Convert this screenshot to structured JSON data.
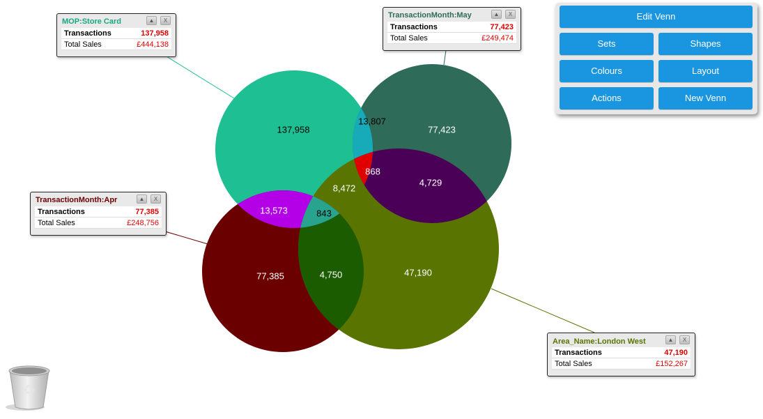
{
  "venn": {
    "sets": [
      {
        "name": "MOP:Store Card",
        "color": "#1fbf94",
        "title_color": "#1aa682",
        "transactions": "137,958",
        "total_sales": "£444,138"
      },
      {
        "name": "TransactionMonth:May",
        "color": "#2e6b59",
        "title_color": "#2e6b59",
        "transactions": "77,423",
        "total_sales": "£249,474"
      },
      {
        "name": "TransactionMonth:Apr",
        "color": "#6b0000",
        "title_color": "#6b0000",
        "transactions": "77,385",
        "total_sales": "£248,756"
      },
      {
        "name": "Area_Name:London West",
        "color": "#5a7400",
        "title_color": "#5a7400",
        "transactions": "47,190",
        "total_sales": "£152,267"
      }
    ],
    "regions": {
      "store_card_only": "137,958",
      "may_only": "77,423",
      "apr_only": "77,385",
      "london_west_only": "47,190",
      "store_card_may": "13,807",
      "store_card_apr": "13,573",
      "may_london_west": "4,729",
      "apr_london_west": "4,750",
      "store_card_may_london_west": "8,472",
      "store_card_apr_london_west": "843",
      "store_card_may_apr_london_west": "868"
    },
    "region_colors": {
      "store_card_may": "#17aab8",
      "store_card_apr": "#b300e6",
      "may_london_west": "#4a0056",
      "apr_london_west": "#1b5c00",
      "store_card_may_london_west": "#0a5ee0",
      "store_card_apr_london_west": "#27a38e",
      "store_card_may_apr_london_west": "#e00000"
    },
    "row_labels": {
      "transactions": "Transactions",
      "total_sales": "Total Sales"
    }
  },
  "infobox_buttons": {
    "collapse": "▲",
    "close": "X"
  },
  "menu": {
    "edit_venn": "Edit Venn",
    "sets": "Sets",
    "shapes": "Shapes",
    "colours": "Colours",
    "layout": "Layout",
    "actions": "Actions",
    "new_venn": "New Venn"
  },
  "trash": {
    "icon": "recycle-bin-icon"
  }
}
